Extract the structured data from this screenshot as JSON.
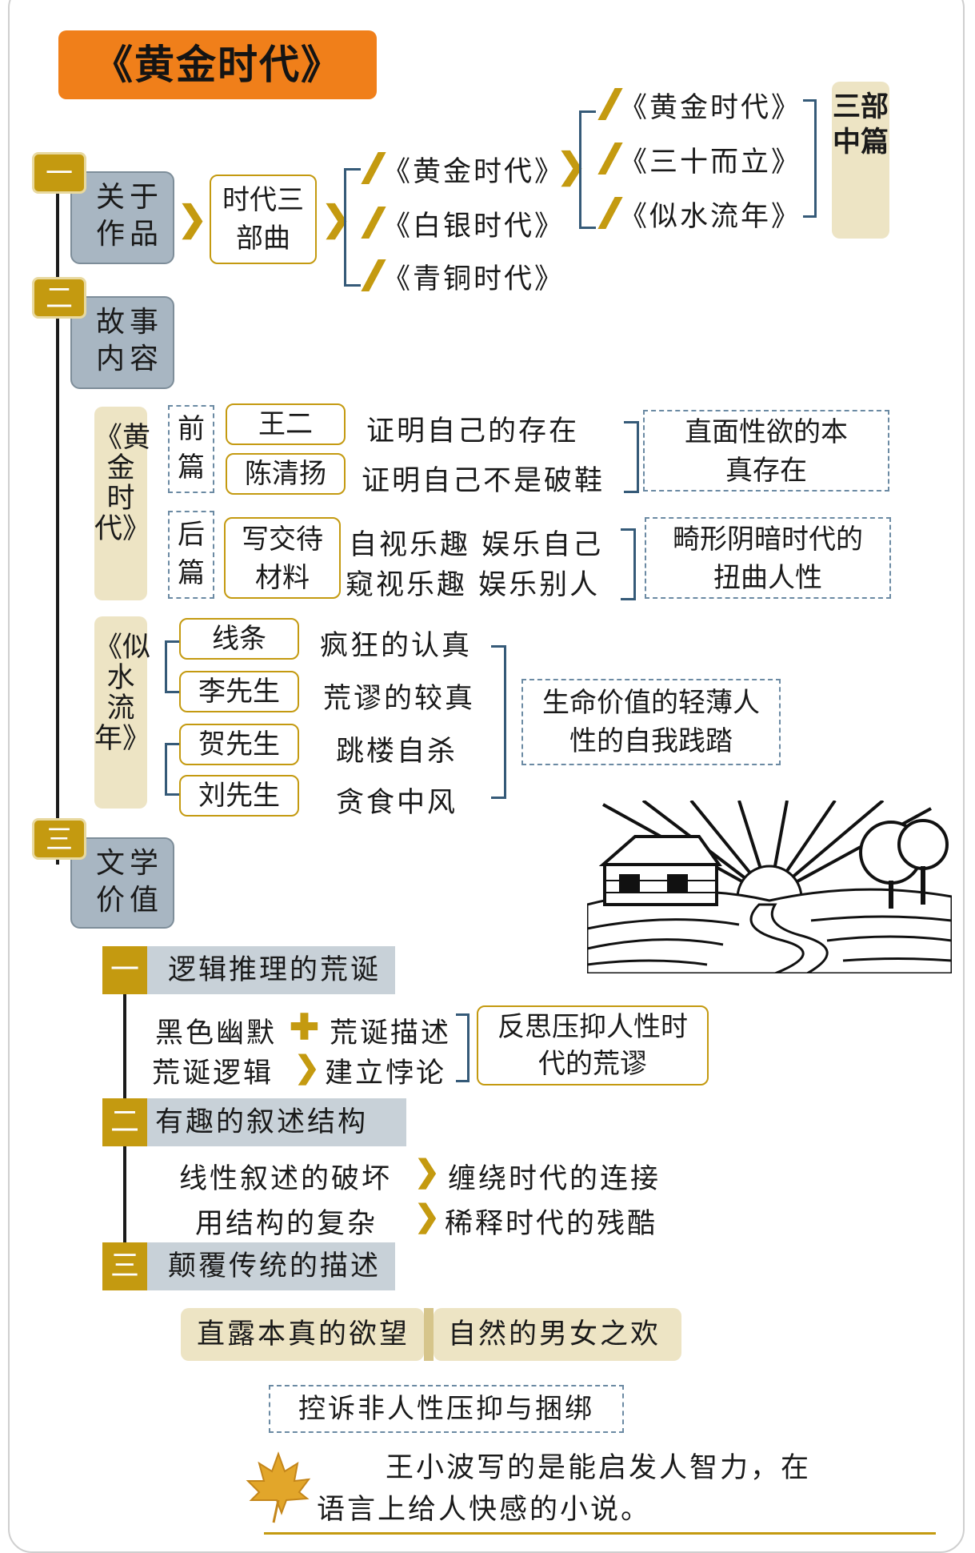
{
  "title": "《黄金时代》",
  "sections": [
    {
      "num": "一",
      "label": "关于作品"
    },
    {
      "num": "二",
      "label": "故事内容"
    },
    {
      "num": "三",
      "label": "文学价值"
    }
  ],
  "trilogy": {
    "label": "时代三部曲",
    "books": [
      "《黄金时代》",
      "《白银时代》",
      "《青铜时代》"
    ],
    "middle_books": [
      "《黄金时代》",
      "《三十而立》",
      "《似水流年》"
    ],
    "middle_label": "三部中篇"
  },
  "golden_age": {
    "tag": "《黄金时代》",
    "front": {
      "label": "前篇",
      "rows": [
        {
          "name": "王二",
          "text": "证明自己的存在"
        },
        {
          "name": "陈清扬",
          "text": "证明自己不是破鞋"
        }
      ],
      "summary": "直面性欲的本真存在"
    },
    "back": {
      "label": "后篇",
      "name": "写交待材料",
      "lines": [
        "自视乐趣 娱乐自己",
        "窥视乐趣 娱乐别人"
      ],
      "summary": "畸形阴暗时代的扭曲人性"
    }
  },
  "flowing_years": {
    "tag": "《似水流年》",
    "rows": [
      {
        "name": "线条",
        "text": "疯狂的认真"
      },
      {
        "name": "李先生",
        "text": "荒谬的较真"
      },
      {
        "name": "贺先生",
        "text": "跳楼自杀"
      },
      {
        "name": "刘先生",
        "text": "贪食中风"
      }
    ],
    "summary": "生命价值的轻薄人性的自我践踏"
  },
  "literary_value": [
    {
      "num": "一",
      "title": "逻辑推理的荒诞",
      "row1": [
        "黑色幽默",
        "荒诞描述"
      ],
      "row2": [
        "荒诞逻辑",
        "建立悖论"
      ],
      "summary": "反思压抑人性时代的荒谬"
    },
    {
      "num": "二",
      "title": "有趣的叙述结构",
      "lines": [
        [
          "线性叙述的破坏",
          "缠绕时代的连接"
        ],
        [
          "用结构的复杂",
          "稀释时代的残酷"
        ]
      ]
    },
    {
      "num": "三",
      "title": "颠覆传统的描述",
      "pill": [
        "直露本真的欲望",
        "自然的男女之欢"
      ],
      "summary": "控诉非人性压抑与捆绑"
    }
  ],
  "quote": "王小波写的是能启发人智力，在语言上给人快感的小说。",
  "quote_lines": [
    "王小波写的是能启发人智力，在",
    "语言上给人快感的小说。"
  ],
  "colors": {
    "accent": "#c49a10",
    "title_bg": "#f07f1a",
    "section_bg": "#a8b6c2",
    "tag_bg": "#ede4c4",
    "line": "#355a78"
  },
  "icons": [
    "barn-landscape-illustration",
    "maple-leaf-icon"
  ]
}
